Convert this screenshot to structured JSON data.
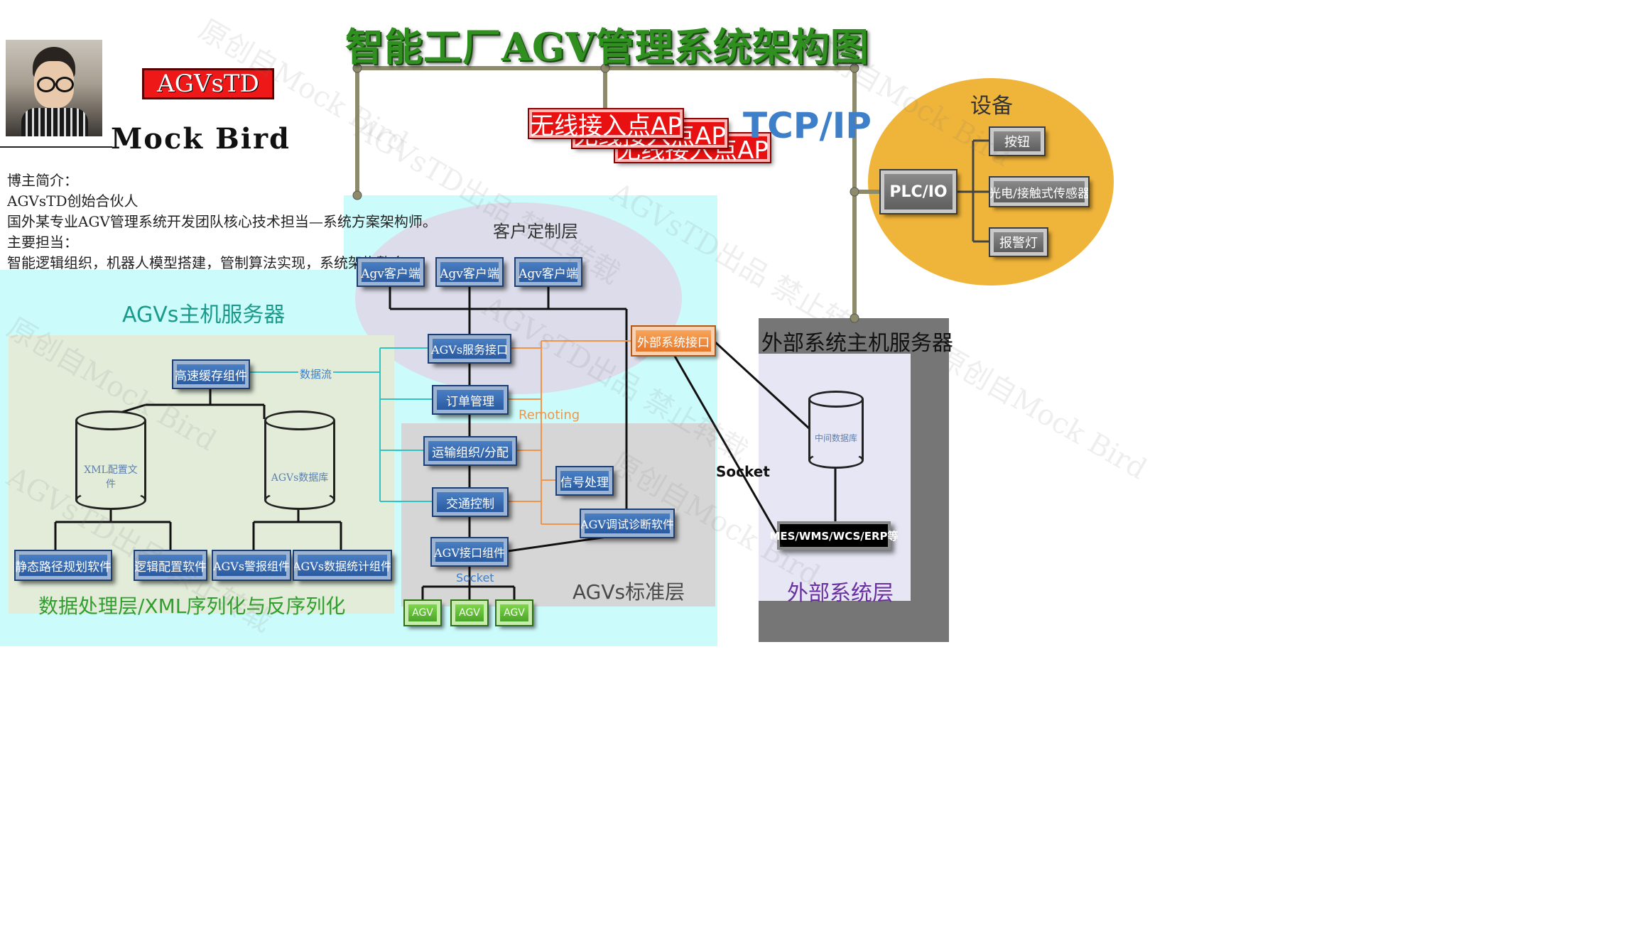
{
  "title": "智能工厂AGV管理系统架构图",
  "author": {
    "badge": "AGVsTD",
    "name": "Mock Bird",
    "bio": [
      "博主简介：",
      "AGVsTD创始合伙人",
      "国外某专业AGV管理系统开发团队核心技术担当—系统方案架构师。",
      "主要担当：",
      "智能逻辑组织，机器人模型搭建，管制算法实现，系统架构整合。"
    ]
  },
  "network": {
    "ap_label": "无线接入点AP",
    "protocol": "TCP/IP"
  },
  "devices": {
    "title": "设备",
    "controller": "PLC/IO",
    "items": [
      "按钮",
      "光电/接触式传感器",
      "报警灯"
    ]
  },
  "custom_layer": {
    "label": "客户定制层",
    "clients": [
      "Agv客户端",
      "Agv客户端",
      "Agv客户端"
    ]
  },
  "host_server": {
    "title": "AGVs主机服务器",
    "cache": "高速缓存组件",
    "dataflow": "数据流",
    "xml_db": "XML配置文件",
    "agvs_db": "AGVs数据库",
    "tools": [
      "静态路径规划软件",
      "逻辑配置软件",
      "AGVs警报组件",
      "AGVs数据统计组件"
    ],
    "data_layer": "数据处理层/XML序列化与反序列化"
  },
  "core": {
    "service": "AGVs服务接口",
    "order": "订单管理",
    "transport": "运输组织/分配",
    "traffic": "交通控制",
    "agv_if": "AGV接口组件",
    "signal": "信号处理",
    "debug": "AGV调试诊断软件",
    "remoting": "Remoting",
    "socket": "Socket",
    "agvs": [
      "AGV",
      "AGV",
      "AGV"
    ],
    "standard_layer": "AGVs标准层"
  },
  "external": {
    "interface": "外部系统接口",
    "host_title": "外部系统主机服务器",
    "db": "中间数据库",
    "systems": "MES/WMS/WCS/ERP等",
    "layer": "外部系统层",
    "socket": "Socket"
  },
  "watermarks": [
    "原创自Mock Bird",
    "AGVsTD出品 禁止转载"
  ],
  "colors": {
    "title_green": "#2f8f1f",
    "teal_text": "#1a9a8a",
    "purple_text": "#6a2fa0",
    "blue_text": "#3d7fc8",
    "orange_line": "#f0954a",
    "cyan_line": "#2ec4c4",
    "device_gold": "#efb43a"
  }
}
